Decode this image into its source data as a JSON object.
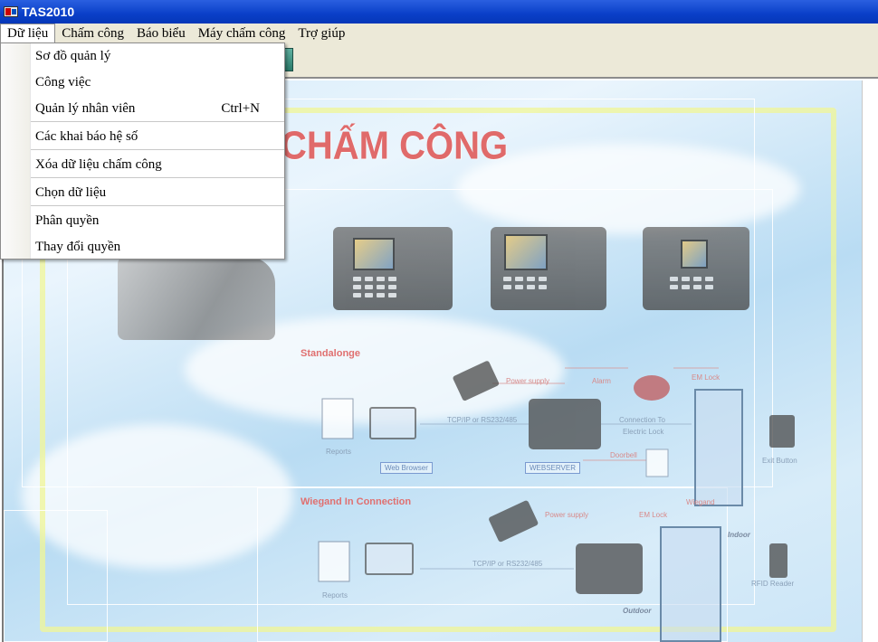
{
  "window": {
    "title": "TAS2010"
  },
  "menubar": {
    "items": [
      {
        "label": "Dữ liệu"
      },
      {
        "label": "Chấm công"
      },
      {
        "label": "Báo biểu"
      },
      {
        "label": "Máy chấm công"
      },
      {
        "label": "Trợ giúp"
      }
    ]
  },
  "dropdown": {
    "items": [
      {
        "label": "Sơ đồ quản lý",
        "shortcut": ""
      },
      {
        "label": "Công việc",
        "shortcut": ""
      },
      {
        "label": "Quản lý nhân viên",
        "shortcut": "Ctrl+N"
      },
      {
        "label": "Các khai báo hệ số",
        "shortcut": ""
      },
      {
        "label": "Xóa dữ liệu chấm công",
        "shortcut": ""
      },
      {
        "label": "Chọn dữ liệu",
        "shortcut": ""
      },
      {
        "label": "Phân quyền",
        "shortcut": ""
      },
      {
        "label": "Thay đổi quyền",
        "shortcut": ""
      }
    ]
  },
  "banner": {
    "title": "CHẤM CÔNG"
  },
  "diagram": {
    "standalone": {
      "heading": "Standalonge",
      "power_supply": "Power supply",
      "alarm": "Alarm",
      "em_lock": "EM Lock",
      "tcpip": "TCP/IP or RS232/485",
      "connection": "Connection To",
      "electric_lock": "Electric Lock",
      "reports": "Reports",
      "web_browser": "Web Browser",
      "webserver": "WEBSERVER",
      "doorbell": "Doorbell",
      "exit_button": "Exit Button"
    },
    "wiegand": {
      "heading": "Wiegand In Connection",
      "power_supply": "Power supply",
      "em_lock": "EM Lock",
      "wiegand": "Wiegand",
      "indoor": "Indoor",
      "outdoor": "Outdoor",
      "tcpip": "TCP/IP or RS232/485",
      "reports": "Reports",
      "rfid_reader": "RFID Reader"
    }
  },
  "colors": {
    "titlebar": "#0a3fc8",
    "menubar": "#ece9d8",
    "banner_text": "#e06a6a"
  }
}
